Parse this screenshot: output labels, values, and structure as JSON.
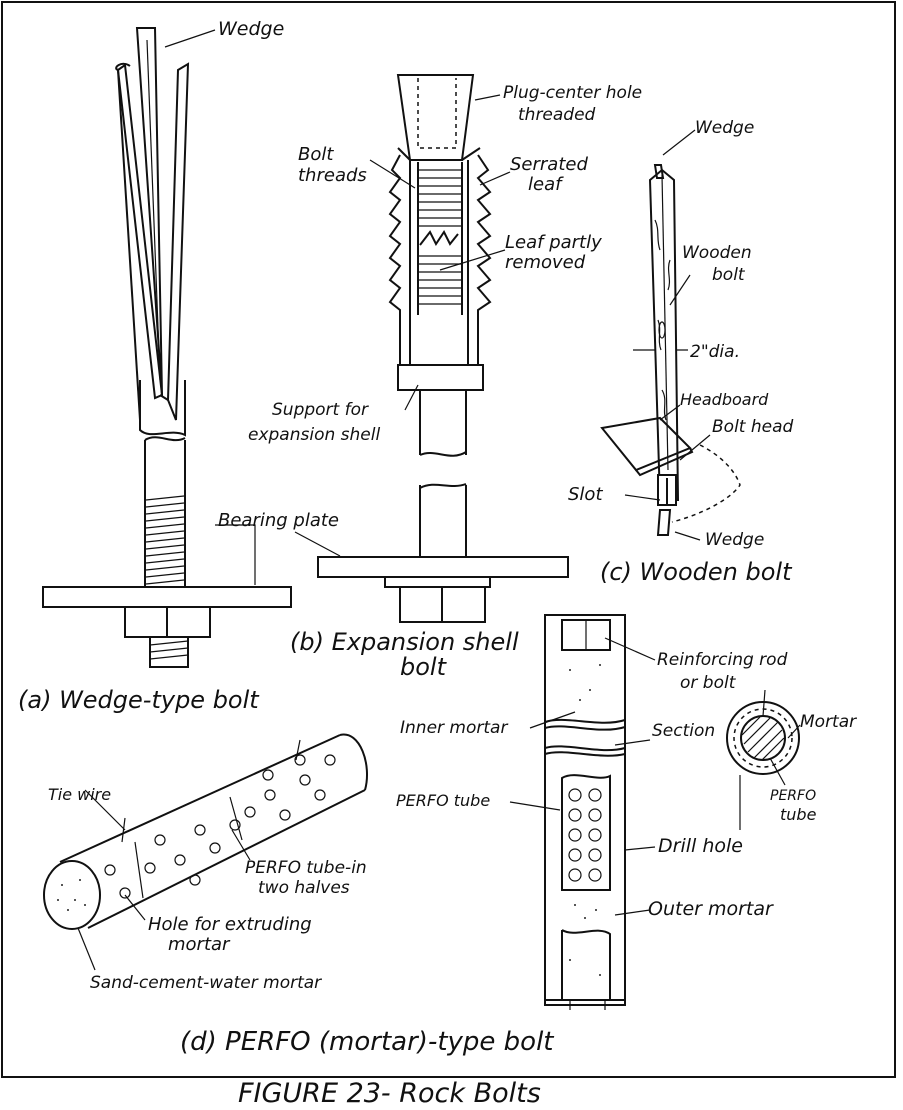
{
  "figure": {
    "caption": "FIGURE 23- Rock Bolts"
  },
  "panel_a": {
    "caption": "(a) Wedge-type bolt",
    "labels": {
      "wedge": "Wedge",
      "bearing_plate": "Bearing plate"
    }
  },
  "panel_b": {
    "caption_line1": "(b) Expansion shell",
    "caption_line2": "bolt",
    "labels": {
      "plug_line1": "Plug-center hole",
      "plug_line2": "threaded",
      "bolt_threads_line1": "Bolt",
      "bolt_threads_line2": "threads",
      "serrated_line1": "Serrated",
      "serrated_line2": "leaf",
      "leaf_line1": "Leaf partly",
      "leaf_line2": "removed",
      "support_line1": "Support for",
      "support_line2": "expansion shell"
    }
  },
  "panel_c": {
    "caption": "(c) Wooden bolt",
    "labels": {
      "wedge_top": "Wedge",
      "wooden_line1": "Wooden",
      "wooden_line2": "bolt",
      "diameter": "2\"dia.",
      "headboard": "Headboard",
      "bolt_head": "Bolt head",
      "slot": "Slot",
      "wedge_bottom": "Wedge"
    }
  },
  "panel_d": {
    "caption": "(d) PERFO (mortar)-type bolt",
    "labels": {
      "tie_wire": "Tie wire",
      "perfo_halves_line1": "PERFO tube-in",
      "perfo_halves_line2": "two halves",
      "hole_line1": "Hole for extruding",
      "hole_line2": "mortar",
      "sand_cement": "Sand-cement-water mortar",
      "reinforcing_line1": "Reinforcing rod",
      "reinforcing_line2": "or bolt",
      "inner_mortar": "Inner mortar",
      "section": "Section",
      "mortar": "Mortar",
      "perfo_tube": "PERFO tube",
      "perfo_tube_right_line1": "PERFO",
      "perfo_tube_right_line2": "tube",
      "drill_hole": "Drill hole",
      "outer_mortar": "Outer mortar"
    }
  }
}
